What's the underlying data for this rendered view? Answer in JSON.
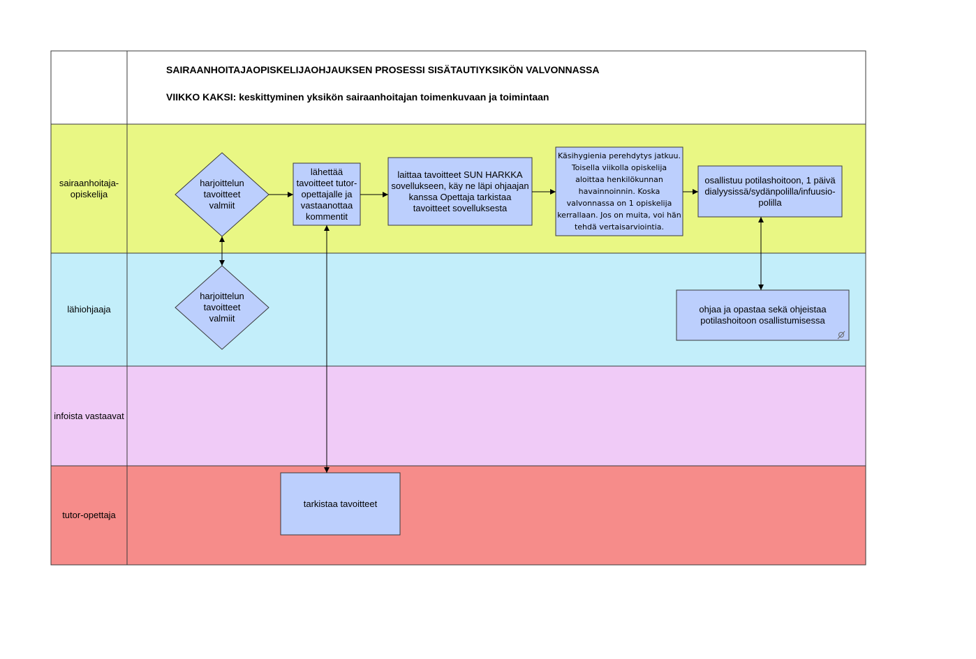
{
  "header": {
    "title": "SAIRAANHOITAJAOPISKELIJAOHJAUKSEN PROSESSI SISÄTAUTIYKSIKÖN VALVONNASSA",
    "subtitle": "VIIKKO KAKSI: keskittyminen yksikön sairaanhoitajan toimenkuvaan ja toimintaan"
  },
  "lanes": [
    {
      "label": "sairaanhoitaja-\nopiskelija",
      "color": "#e9f784"
    },
    {
      "label": "lähiohjaaja",
      "color": "#c3eefa"
    },
    {
      "label": "infoista vastaavat",
      "color": "#f0cbf7"
    },
    {
      "label": "tutor-opettaja",
      "color": "#f68c8a"
    }
  ],
  "shapes": {
    "d1": "harjoittelun\ntavoitteet\nvalmiit",
    "d2": "harjoittelun\ntavoitteet\nvalmiit",
    "b1": "lähettää\ntavoitteet tutor-\nopettajalle ja\nvastaanottaa\nkommentit",
    "b2": "laittaa tavoitteet SUN HARKKA\nsovellukseen, käy ne läpi ohjaajan\nkanssa Opettaja tarkistaa\ntavoitteet sovelluksesta",
    "b3": "Käsihygienia perehdytys jatkuu.\nToisella viikolla opiskelija\naloittaa henkilökunnan\nhavainnoinnin. Koska\nvalvonnassa on 1 opiskelija\nkerrallaan. Jos on muita, voi hän\ntehdä vertaisarviointia.",
    "b4": "osallistuu potilashoitoon, 1 päivä\ndialyysissä/sydänpolilla/infuusio-\npolilla",
    "b5": "ohjaa ja opastaa sekä ohjeistaa\npotilashoitoon osallistumisessa",
    "b6": "tarkistaa tavoitteet"
  },
  "colors": {
    "shape_fill": "#bccffd",
    "border": "#3a3a3a"
  }
}
